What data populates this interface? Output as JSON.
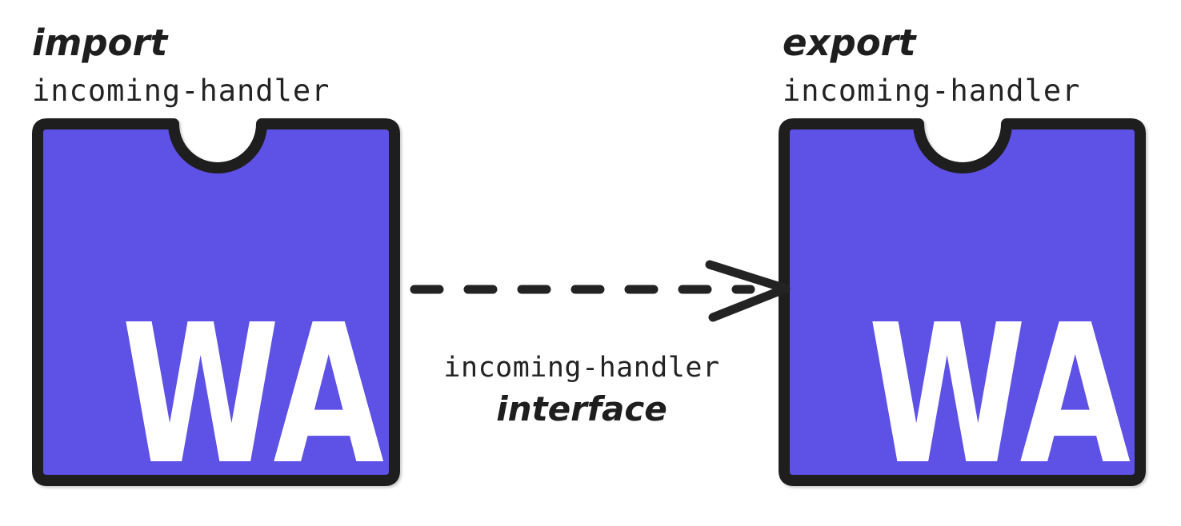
{
  "left_component": {
    "annotation_action": "import",
    "annotation_interface": "incoming-handler",
    "logo": "WA"
  },
  "right_component": {
    "annotation_action": "export",
    "annotation_interface": "incoming-handler",
    "logo": "WA"
  },
  "connector": {
    "interface_name": "incoming-handler",
    "interface_label": "interface"
  },
  "colors": {
    "component_fill": "#5e51e5",
    "outline": "#1e1e1e",
    "logo_text": "#ffffff",
    "background": "#ffffff"
  }
}
